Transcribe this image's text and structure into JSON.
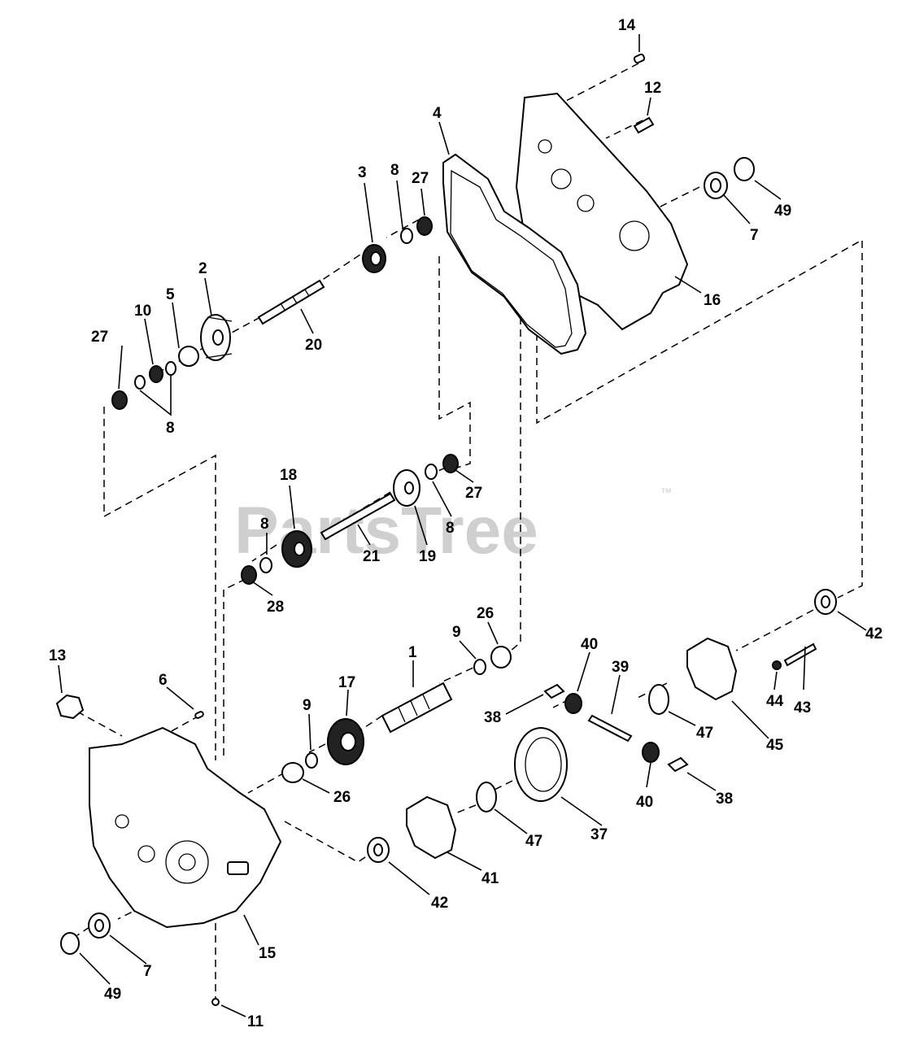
{
  "watermark": {
    "text": "PartsTree",
    "trademark": "™"
  },
  "callouts": [
    {
      "id": "14",
      "label": "14"
    },
    {
      "id": "12",
      "label": "12"
    },
    {
      "id": "4",
      "label": "4"
    },
    {
      "id": "3",
      "label": "3"
    },
    {
      "id": "8a",
      "label": "8"
    },
    {
      "id": "27a",
      "label": "27"
    },
    {
      "id": "49a",
      "label": "49"
    },
    {
      "id": "7a",
      "label": "7"
    },
    {
      "id": "16",
      "label": "16"
    },
    {
      "id": "2",
      "label": "2"
    },
    {
      "id": "10",
      "label": "10"
    },
    {
      "id": "5",
      "label": "5"
    },
    {
      "id": "27b",
      "label": "27"
    },
    {
      "id": "20",
      "label": "20"
    },
    {
      "id": "8b",
      "label": "8"
    },
    {
      "id": "18",
      "label": "18"
    },
    {
      "id": "8c",
      "label": "8"
    },
    {
      "id": "21",
      "label": "21"
    },
    {
      "id": "19",
      "label": "19"
    },
    {
      "id": "8d",
      "label": "8"
    },
    {
      "id": "27c",
      "label": "27"
    },
    {
      "id": "28",
      "label": "28"
    },
    {
      "id": "13",
      "label": "13"
    },
    {
      "id": "6",
      "label": "6"
    },
    {
      "id": "9a",
      "label": "9"
    },
    {
      "id": "17",
      "label": "17"
    },
    {
      "id": "1",
      "label": "1"
    },
    {
      "id": "9b",
      "label": "9"
    },
    {
      "id": "26a",
      "label": "26"
    },
    {
      "id": "40a",
      "label": "40"
    },
    {
      "id": "39",
      "label": "39"
    },
    {
      "id": "38a",
      "label": "38"
    },
    {
      "id": "42a",
      "label": "42"
    },
    {
      "id": "44",
      "label": "44"
    },
    {
      "id": "43",
      "label": "43"
    },
    {
      "id": "47a",
      "label": "47"
    },
    {
      "id": "45",
      "label": "45"
    },
    {
      "id": "26b",
      "label": "26"
    },
    {
      "id": "40b",
      "label": "40"
    },
    {
      "id": "38b",
      "label": "38"
    },
    {
      "id": "47b",
      "label": "47"
    },
    {
      "id": "37",
      "label": "37"
    },
    {
      "id": "41",
      "label": "41"
    },
    {
      "id": "42b",
      "label": "42"
    },
    {
      "id": "15",
      "label": "15"
    },
    {
      "id": "7b",
      "label": "7"
    },
    {
      "id": "49b",
      "label": "49"
    },
    {
      "id": "11",
      "label": "11"
    }
  ]
}
